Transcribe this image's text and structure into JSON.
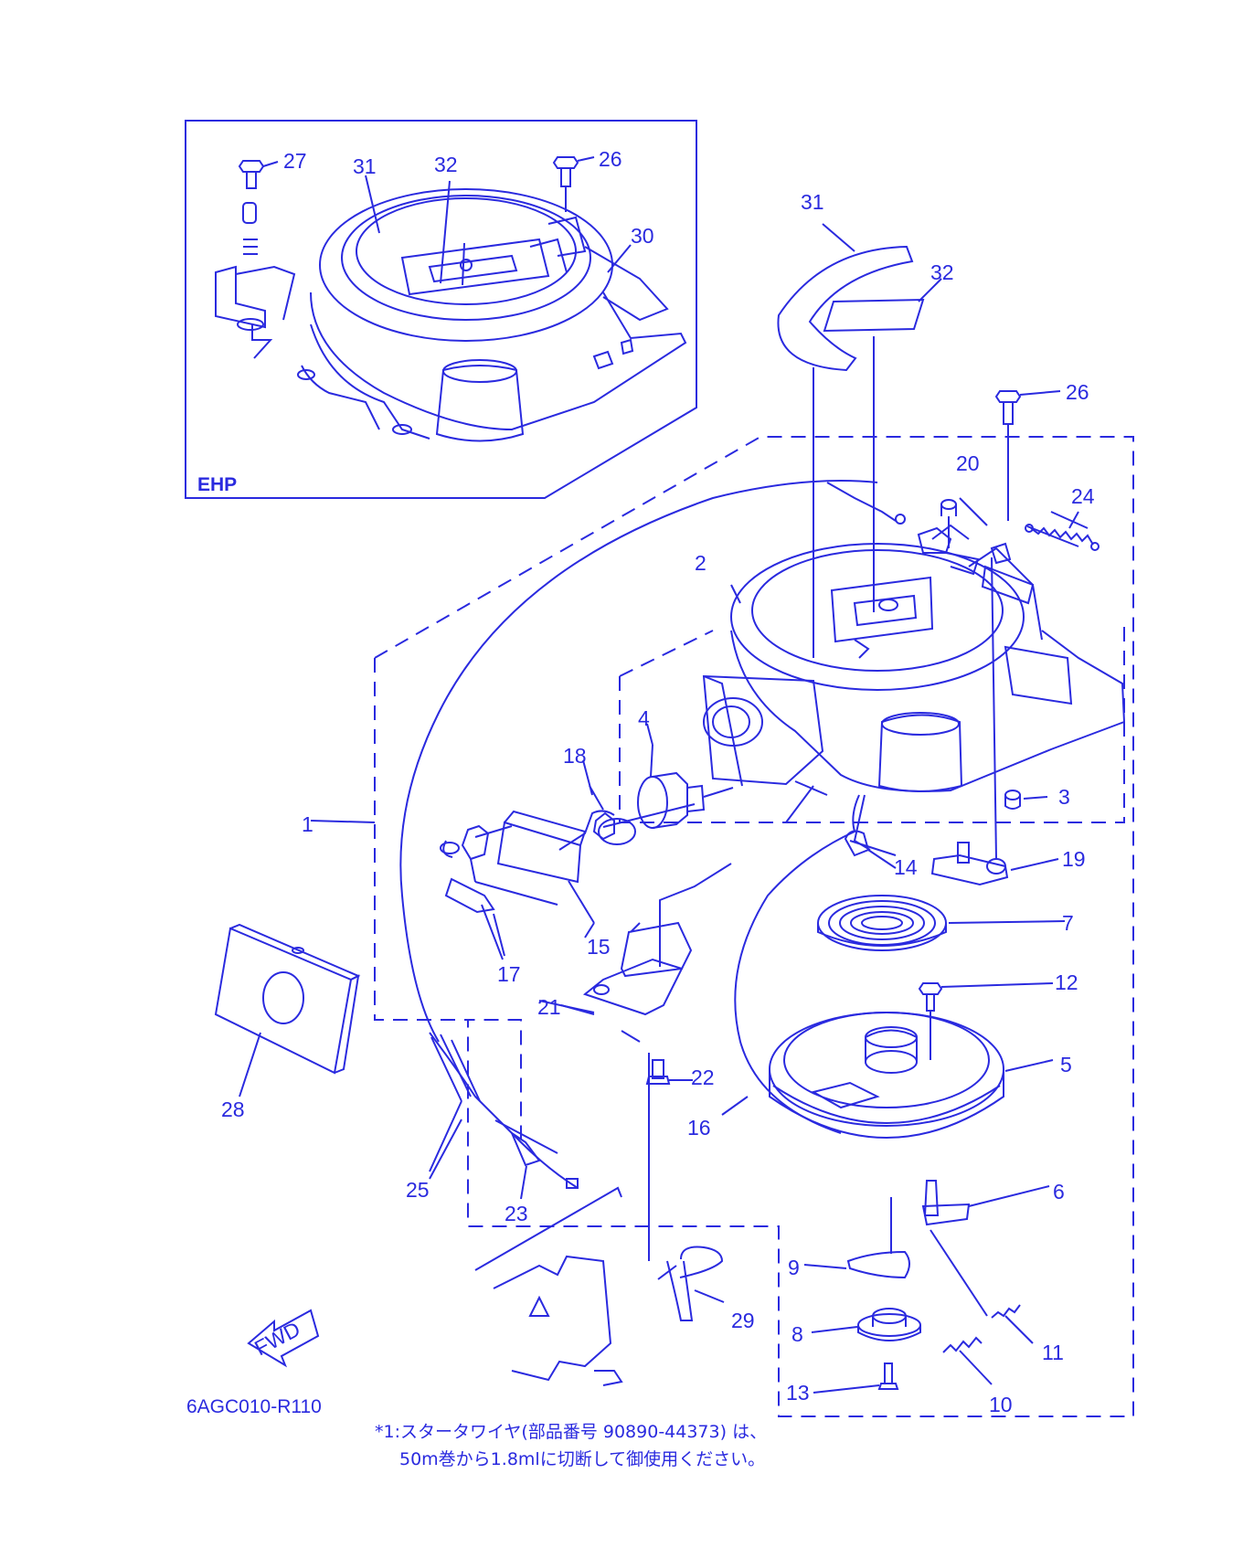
{
  "colors": {
    "ink": "#2a2adf",
    "paper": "#ffffff"
  },
  "inset": {
    "label": "EHP"
  },
  "fwd_label": "FWD",
  "diagram_code": "6AGC010-R110",
  "note": {
    "line1": "*1:スタータワイヤ(部品番号 90890-44373) は、",
    "line2": "50m巻から1.8mlに切断して御使用ください。"
  },
  "callouts": [
    {
      "id": "inset-27",
      "text": "27"
    },
    {
      "id": "inset-31",
      "text": "31"
    },
    {
      "id": "inset-32",
      "text": "32"
    },
    {
      "id": "inset-26",
      "text": "26"
    },
    {
      "id": "inset-30",
      "text": "30"
    },
    {
      "id": "p31",
      "text": "31"
    },
    {
      "id": "p32",
      "text": "32"
    },
    {
      "id": "p26",
      "text": "26"
    },
    {
      "id": "p20",
      "text": "20"
    },
    {
      "id": "p24",
      "text": "24"
    },
    {
      "id": "p2",
      "text": "2"
    },
    {
      "id": "p4",
      "text": "4"
    },
    {
      "id": "p18",
      "text": "18"
    },
    {
      "id": "p3",
      "text": "3"
    },
    {
      "id": "p1",
      "text": "1"
    },
    {
      "id": "p14",
      "text": "14"
    },
    {
      "id": "p19",
      "text": "19"
    },
    {
      "id": "p15",
      "text": "15"
    },
    {
      "id": "p7",
      "text": "7"
    },
    {
      "id": "p17",
      "text": "17"
    },
    {
      "id": "p12",
      "text": "12"
    },
    {
      "id": "p21",
      "text": "21"
    },
    {
      "id": "p5",
      "text": "5"
    },
    {
      "id": "p22",
      "text": "22"
    },
    {
      "id": "p28",
      "text": "28"
    },
    {
      "id": "p16",
      "text": "16"
    },
    {
      "id": "p25",
      "text": "25"
    },
    {
      "id": "p6",
      "text": "6"
    },
    {
      "id": "p23",
      "text": "23"
    },
    {
      "id": "p9",
      "text": "9"
    },
    {
      "id": "p29",
      "text": "29"
    },
    {
      "id": "p8",
      "text": "8"
    },
    {
      "id": "p11",
      "text": "11"
    },
    {
      "id": "p13",
      "text": "13"
    },
    {
      "id": "p10",
      "text": "10"
    }
  ]
}
